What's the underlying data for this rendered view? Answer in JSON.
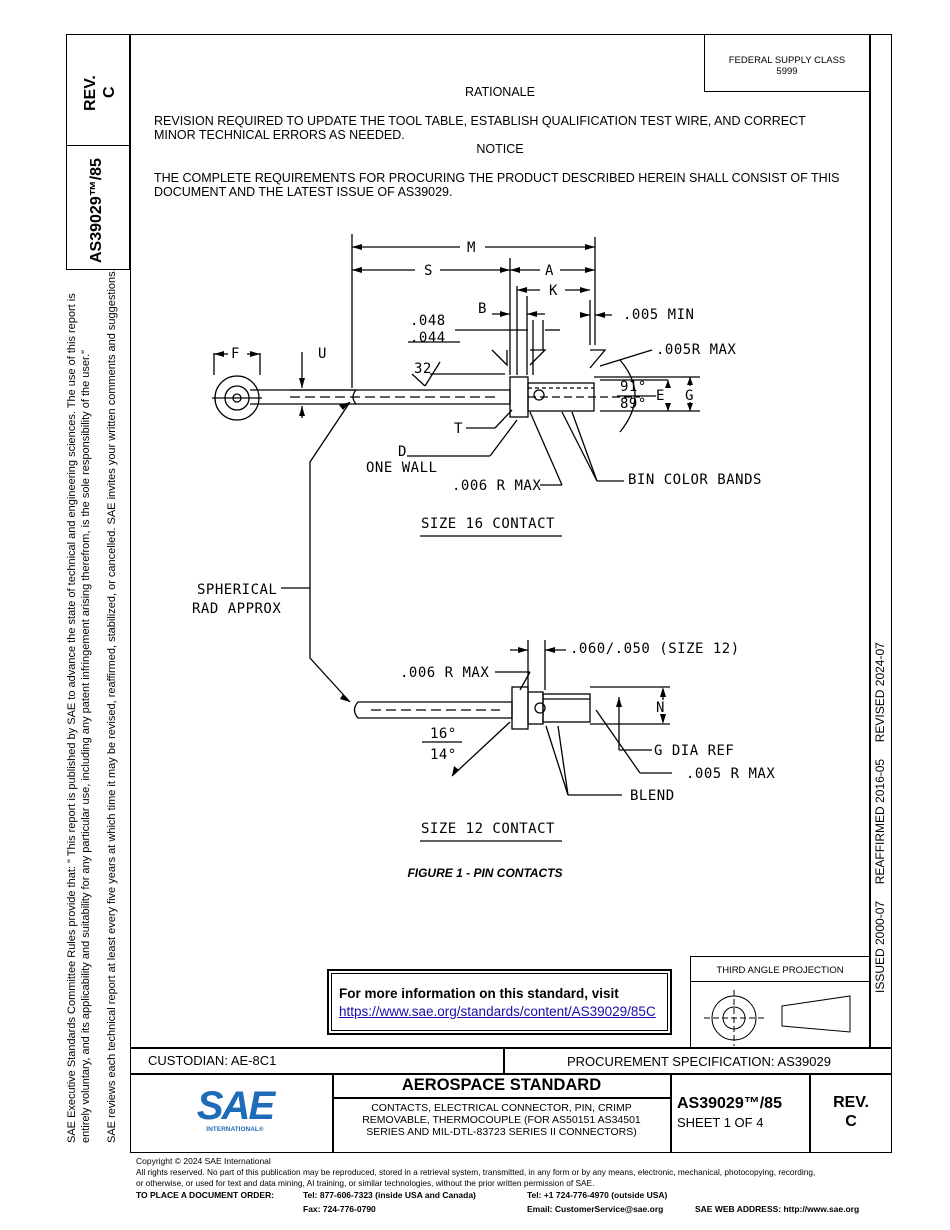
{
  "header": {
    "rev_label": "REV.",
    "rev_value": "C",
    "doc_number": "AS39029™/85",
    "supply_class_label": "FEDERAL SUPPLY CLASS",
    "supply_class_value": "5999"
  },
  "body": {
    "rationale_heading": "RATIONALE",
    "rationale_text": "REVISION REQUIRED TO UPDATE THE TOOL TABLE, ESTABLISH QUALIFICATION TEST WIRE, AND CORRECT MINOR TECHNICAL ERRORS AS NEEDED.",
    "notice_heading": "NOTICE",
    "notice_text": "THE COMPLETE REQUIREMENTS FOR PROCURING THE PRODUCT DESCRIBED HEREIN SHALL CONSIST OF THIS DOCUMENT AND THE LATEST ISSUE OF AS39029."
  },
  "drawing": {
    "labels": {
      "M": "M",
      "S": "S",
      "A": "A",
      "K": "K",
      "B": "B",
      "min005": ".005 MIN",
      "d048": ".048",
      "d044": ".044",
      "U": "U",
      "F": "F",
      "r005max": ".005R MAX",
      "n32": "32",
      "a91": "91°",
      "a89": "89°",
      "E": "E",
      "G": "G",
      "T": "T",
      "D": "D",
      "one_wall": "ONE WALL",
      "r006max": ".006 R MAX",
      "bin_color_bands": "BIN COLOR BANDS",
      "size16": "SIZE 16 CONTACT",
      "spherical": "SPHERICAL",
      "rad_approx": "RAD APPROX",
      "size12_dim": ".060/.050 (SIZE 12)",
      "r006max_2": ".006 R MAX",
      "N": "N",
      "a16": "16°",
      "a14": "14°",
      "g_dia_ref": "G DIA REF",
      "r005max_2": ".005 R MAX",
      "blend": "BLEND",
      "size12": "SIZE 12 CONTACT"
    },
    "caption": "FIGURE 1 - PIN CONTACTS"
  },
  "info_box": {
    "heading": "For more information on this standard, visit",
    "link": "https://www.sae.org/standards/content/AS39029/85C"
  },
  "projection": {
    "label": "THIRD ANGLE PROJECTION"
  },
  "right_margin": {
    "dates": "ISSUED 2000-07     REAFFIRMED 2016-05     REVISED 2024-07"
  },
  "left_margin": {
    "line1": "SAE Executive Standards Committee Rules provide that: \"  This report is published by SAE to advance the state of technical and engineering sciences. The use of this report is",
    "line2": "entirely voluntary, and its applicability and suitability for any particular use, including any patent infringement arising therefrom, is the sole responsibility of the user.\"",
    "line3": "SAE reviews each technical report at least every five years at which time it may be revised, reaffirmed, stabilized, or cancelled. SAE invites your written comments and suggestions."
  },
  "title_block": {
    "custodian": "CUSTODIAN: AE-8C1",
    "procurement": "PROCUREMENT SPECIFICATION: AS39029",
    "logo_text": "SAE",
    "logo_sub": "INTERNATIONAL®",
    "standard_type": "AEROSPACE STANDARD",
    "title_line1": "CONTACTS, ELECTRICAL CONNECTOR, PIN, CRIMP",
    "title_line2": "REMOVABLE, THERMOCOUPLE (FOR AS50151 AS34501",
    "title_line3": "SERIES AND MIL-DTL-83723 SERIES II CONNECTORS)",
    "doc_number": "AS39029™/85",
    "sheet": "SHEET 1 OF 4",
    "rev_label": "REV.",
    "rev_value": "C"
  },
  "footer": {
    "copyright": "Copyright © 2024 SAE International",
    "rights1": "All rights reserved. No part of this publication may be reproduced, stored in a retrieval system, transmitted, in any form or by any means, electronic, mechanical, photocopying, recording,",
    "rights2": "or otherwise, or used for text and data mining, AI training, or similar technologies, without the prior written permission of SAE.",
    "order_label": "TO PLACE A DOCUMENT ORDER:",
    "tel_us": "Tel: 877-606-7323 (inside USA and Canada)",
    "fax": "Fax: 724-776-0790",
    "tel_intl": "Tel: +1 724-776-4970 (outside USA)",
    "email": "Email: CustomerService@sae.org",
    "web": "SAE WEB ADDRESS: http://www.sae.org"
  }
}
